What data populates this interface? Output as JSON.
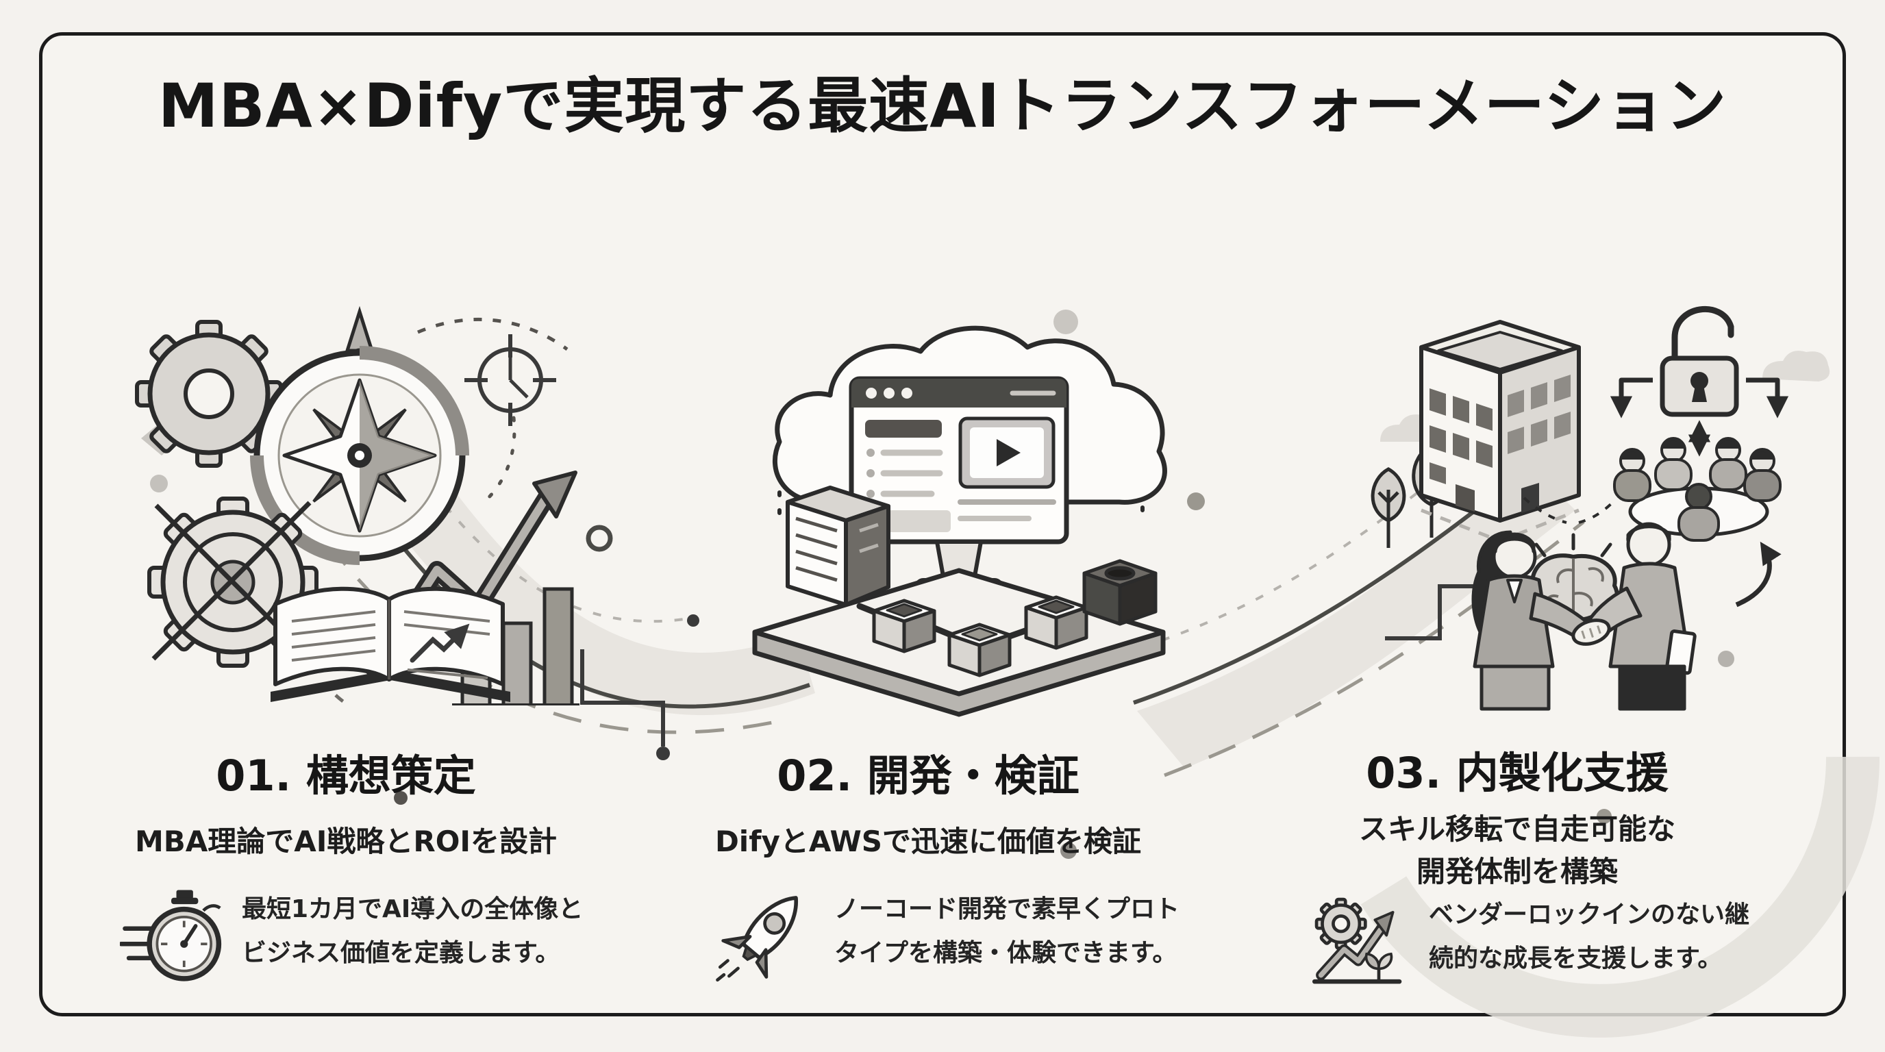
{
  "title": "MBA×Difyで実現する最速AIトランスフォーメーション",
  "colors": {
    "background": "#f4f2ee",
    "card_border": "#1c1c1c",
    "text": "#1c1c1c",
    "illustration_gray": "#b8b5b0"
  },
  "steps": [
    {
      "heading": "01. 構想策定",
      "subtitle": "MBA理論でAI戦略とROIを設計",
      "subtitle_line2": "",
      "desc_line1": "最短1カ月でAI導入の全体像と",
      "desc_line2": "ビジネス価値を定義します。",
      "icon": "stopwatch-icon",
      "illustration": "strategy-compass-gears-chart-book"
    },
    {
      "heading": "02. 開発・検証",
      "subtitle": "DifyとAWSで迅速に価値を検証",
      "subtitle_line2": "",
      "desc_line1": "ノーコード開発で素早くプロト",
      "desc_line2": "タイプを構築・体験できます。",
      "icon": "rocket-icon",
      "illustration": "cloud-browser-dev-platform"
    },
    {
      "heading": "03. 内製化支援",
      "subtitle": "スキル移転で自走可能な",
      "subtitle_line2": "開発体制を構築",
      "desc_line1": "ベンダーロックインのない継",
      "desc_line2": "続的な成長を支援します。",
      "icon": "gear-growth-icon",
      "illustration": "building-team-handshake-brain"
    }
  ]
}
